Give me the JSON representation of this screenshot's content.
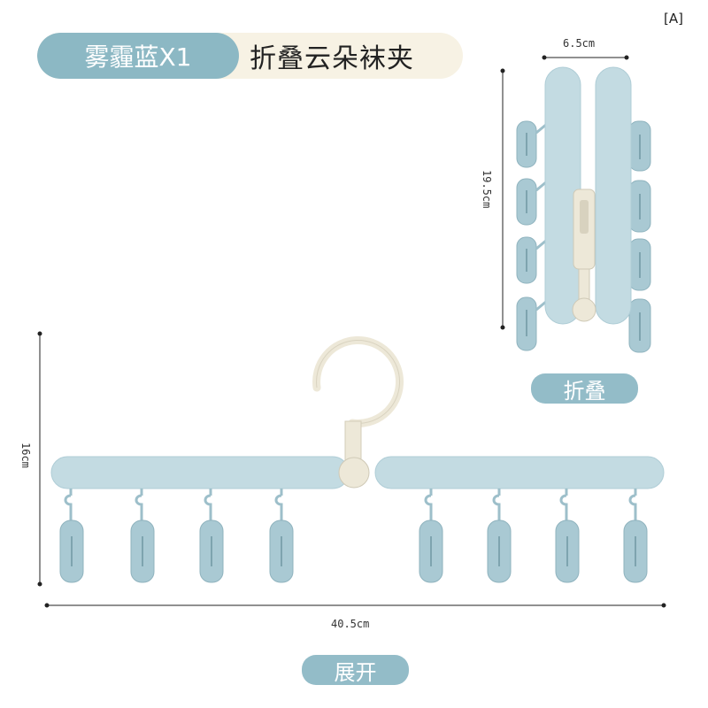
{
  "variant_tag": "[A]",
  "title": {
    "color_name": "雾霾蓝X1",
    "product_name": "折叠云朵袜夹"
  },
  "folded": {
    "label": "折叠",
    "width_dim": "6.5cm",
    "height_dim": "19.5cm"
  },
  "unfolded": {
    "label": "展开",
    "width_dim": "40.5cm",
    "height_dim": "16cm"
  },
  "colors": {
    "hanger_blue": "#c3dbe2",
    "clip_blue": "#a9c9d3",
    "hook_cream": "#ede8d8",
    "pill_blue": "#93bcc8"
  }
}
